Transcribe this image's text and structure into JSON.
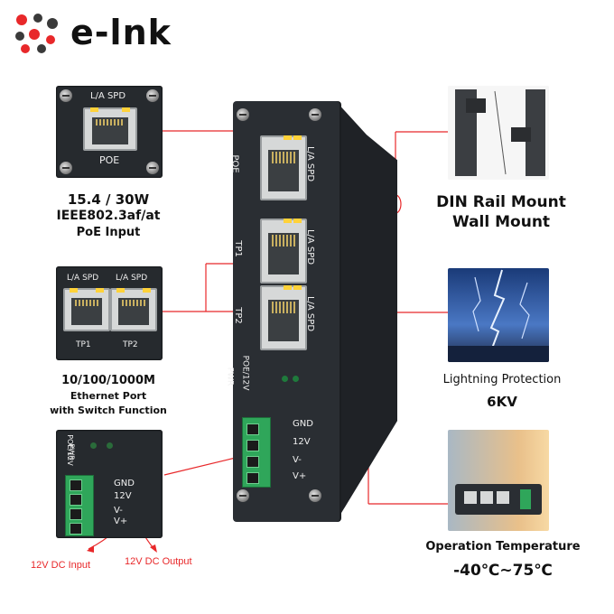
{
  "brand": {
    "name": "e-lnk"
  },
  "poe_panel": {
    "top_label": "L/A  SPD",
    "port_label": "POE"
  },
  "poe_caption": {
    "line1": "15.4 / 30W",
    "line2": "IEEE802.3af/at",
    "line3": "PoE  Input"
  },
  "tp_panel": {
    "led_label_1": "L/A  SPD",
    "led_label_2": "L/A  SPD",
    "port1": "TP1",
    "port2": "TP2"
  },
  "tp_caption": {
    "line1": "10/100/1000M",
    "line2": "Ethernet Port",
    "line3": "with Switch Function"
  },
  "power_panel": {
    "side_label_1": "POE/12V",
    "side_label_2": "PWR",
    "pins": [
      "GND",
      "12V",
      "V-",
      "V+"
    ]
  },
  "power_notes": {
    "input": "12V DC Input",
    "output": "12V DC Output"
  },
  "device": {
    "poe_port": "POE",
    "poe_leds": "L/A   SPD",
    "tp1_port": "TP1",
    "tp1_leds": "L/A   SPD",
    "tp2_port": "TP2",
    "tp2_leds": "L/A   SPD",
    "side_label_1": "POE/12V",
    "side_label_2": "PWR",
    "pins": [
      "GND",
      "12V",
      "V-",
      "V+"
    ]
  },
  "mount_caption": {
    "line1": "DIN Rail Mount",
    "line2": "Wall Mount"
  },
  "lightning_caption": {
    "line1": "Lightning Protection",
    "line2": "6KV"
  },
  "temp_caption": {
    "line1": "Operation Temperature",
    "line2": "-40℃~75℃"
  },
  "colors": {
    "callout": "#e8282a",
    "housing": "#2a2e33",
    "terminal": "#2fa65a",
    "led": "#ffd23a"
  }
}
